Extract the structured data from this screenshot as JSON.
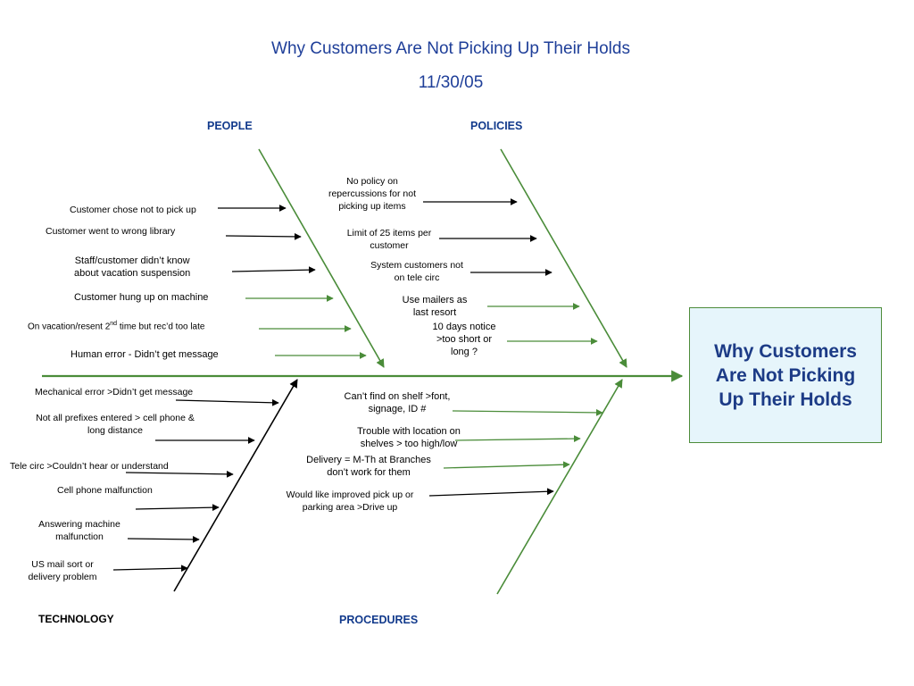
{
  "title": "Why Customers Are Not Picking Up Their Holds",
  "date": "11/30/05",
  "effect": "Why Customers\nAre Not Picking\nUp Their Holds",
  "categories": {
    "people": "PEOPLE",
    "policies": "POLICIES",
    "technology": "TECHNOLOGY",
    "procedures": "PROCEDURES"
  },
  "causes": {
    "people": [
      "Customer chose not to pick up",
      "Customer went to wrong library",
      "Staff/customer didn’t know\nabout vacation suspension",
      "Customer hung up on machine",
      "On vacation/resent 2nd time but rec’d too late",
      "Human error - Didn’t get message"
    ],
    "policies": [
      "No policy on\nrepercussions for not\npicking up items",
      "Limit of 25 items per\ncustomer",
      "System customers not\non tele circ",
      "Use mailers as\nlast resort",
      "10 days notice\n>too short or\nlong ?"
    ],
    "technology": [
      "Mechanical error >Didn’t get message",
      "Not all prefixes entered > cell phone &\nlong distance",
      "Tele circ >Couldn’t hear or understand",
      "Cell phone malfunction",
      "Answering machine\nmalfunction",
      "US mail sort or\ndelivery problem"
    ],
    "procedures": [
      "Can’t find on shelf >font,\nsignage, ID #",
      "Trouble with location on\nshelves > too high/low",
      "Delivery =  M-Th at Branches\ndon’t work for them",
      "Would like improved pick up or\nparking area >Drive up"
    ]
  },
  "colors": {
    "title": "#1f3f99",
    "bone": "#4a8c39",
    "arrow_black": "#000000",
    "effect_border": "#4d8c3a",
    "effect_fill": "#e6f5fb",
    "effect_text": "#1c3b86"
  }
}
